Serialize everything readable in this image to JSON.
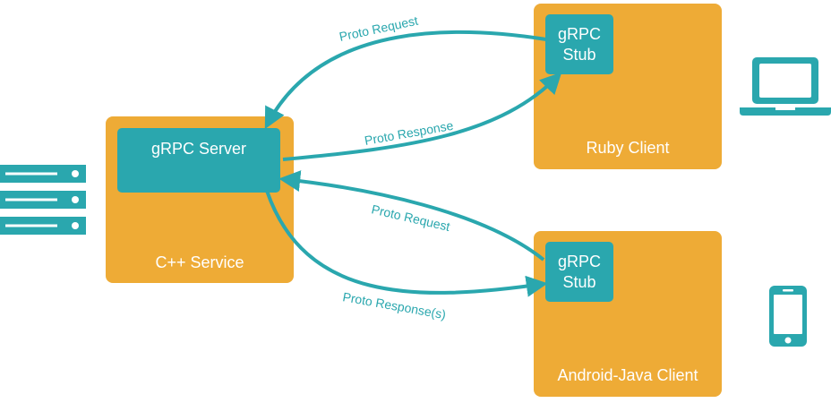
{
  "nodes": {
    "cpp_service": {
      "label": "C++ Service"
    },
    "grpc_server": {
      "label": "gRPC Server"
    },
    "ruby_client": {
      "label": "Ruby Client"
    },
    "ruby_stub": {
      "line1": "gRPC",
      "line2": "Stub"
    },
    "android_client": {
      "label": "Android-Java Client"
    },
    "android_stub": {
      "line1": "gRPC",
      "line2": "Stub"
    }
  },
  "edges": {
    "ruby_request": "Proto Request",
    "ruby_response": "Proto Response",
    "android_request": "Proto Request",
    "android_response": "Proto Response(s)"
  },
  "icons": {
    "server": "server-rack-icon",
    "laptop": "laptop-icon",
    "phone": "smartphone-icon"
  },
  "colors": {
    "box": "#eeab36",
    "stub": "#2aa7ae",
    "arrow": "#2aa7ae"
  }
}
